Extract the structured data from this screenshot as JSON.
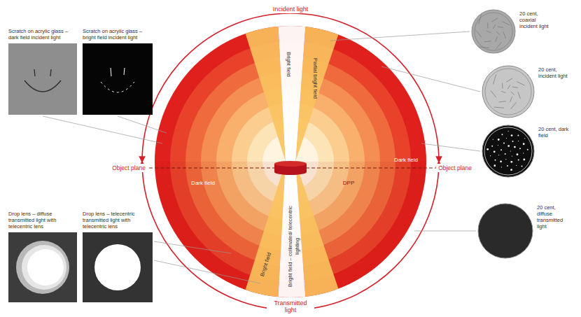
{
  "diagram": {
    "nodes": [
      {
        "text": [
          "Scratch on acrylic glass – dark field incident light"
        ]
      },
      {
        "text": [
          "Scratch on acrylic glass – bright field incident light"
        ]
      },
      {
        "text": [
          "Drop lens – diffuse transmitted light with telecentric lens"
        ]
      },
      {
        "text": [
          "Drop lens – telecentric transmitted light with telecentric lens"
        ]
      },
      {
        "text": [
          "20 cent, coaxial incident light"
        ]
      },
      {
        "text": [
          "20 cent, incident light"
        ]
      },
      {
        "text": [
          "20 cent, dark field"
        ]
      },
      {
        "text": [
          "20 cent, diffuse transmitted light"
        ]
      }
    ],
    "labels": [
      "Incident light",
      "Transmitted light",
      "Object plane",
      "Object plane",
      "Dark field",
      "Dark field",
      "Bright field",
      "Partial bright field",
      "Bright field",
      "Bright field – collimated/ telecentric lighting",
      "DPP"
    ]
  }
}
